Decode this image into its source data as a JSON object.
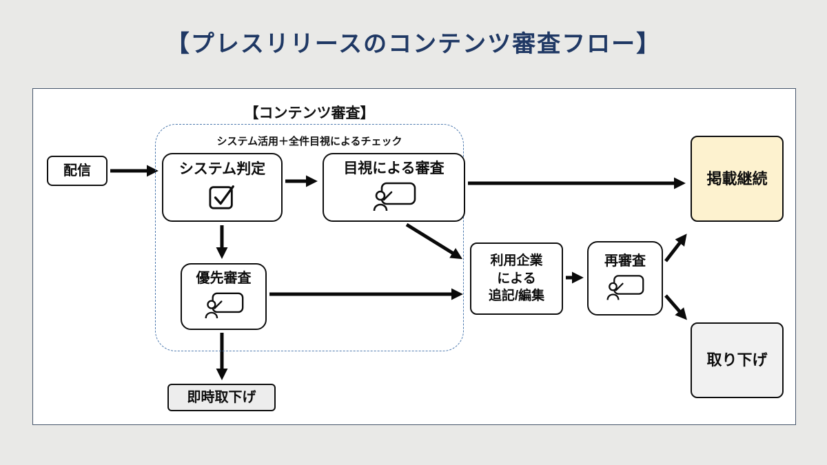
{
  "page": {
    "title": "【プレスリリースのコンテンツ審査フロー】"
  },
  "diagram": {
    "group_label": "【コンテンツ審査】",
    "group_note": "システム活用＋全件目視によるチェック",
    "nodes": {
      "delivery": {
        "label": "配信"
      },
      "system_judgment": {
        "label": "システム判定"
      },
      "visual_review": {
        "label": "目視による審査"
      },
      "priority_review": {
        "label": "優先審査"
      },
      "immediate_takedown": {
        "label": "即時取下げ"
      },
      "company_edit": {
        "label": "利用企業\nによる\n追記/編集"
      },
      "rereview": {
        "label": "再審査"
      },
      "continue_publication": {
        "label": "掲載継続"
      },
      "withdrawal": {
        "label": "取り下げ"
      }
    },
    "icons": {
      "system_judgment": "checkbox-check-icon",
      "visual_review": "presenter-board-icon",
      "priority_review": "presenter-board-icon",
      "rereview": "presenter-board-icon"
    },
    "colors": {
      "title_text": "#1f3864",
      "panel_border": "#44546a",
      "dashed_group_border": "#4a77ad",
      "highlight_fill": "#fdf2cf",
      "gray_fill": "#f1f1f1",
      "arrow": "#0a0a0a"
    }
  }
}
